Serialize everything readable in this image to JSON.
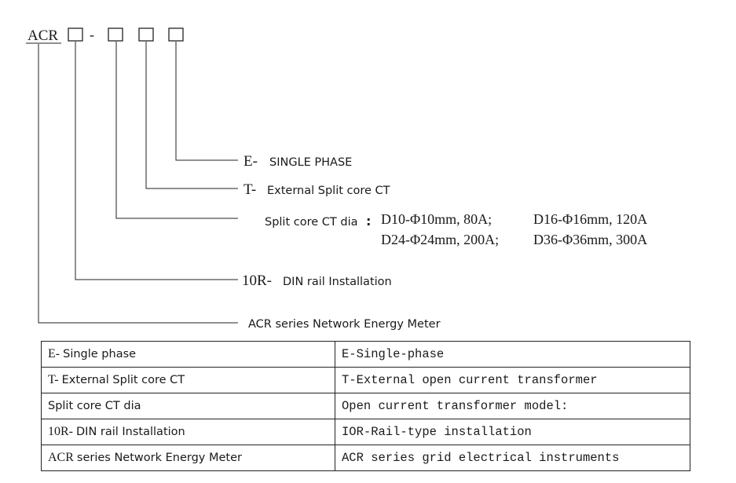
{
  "header": {
    "prefix": "ACR",
    "dash": "-"
  },
  "options": [
    {
      "code": "E-",
      "desc": "SINGLE PHASE"
    },
    {
      "code": "T-",
      "desc": "External Split core CT"
    },
    {
      "code": "",
      "desc": "Split core CT dia",
      "separator": ":",
      "specs": [
        [
          "D10-Φ10mm, 80A;",
          "D16-Φ16mm, 120A"
        ],
        [
          "D24-Φ24mm, 200A;",
          "D36-Φ36mm, 300A"
        ]
      ]
    },
    {
      "code": "10R-",
      "desc": "DIN rail Installation"
    },
    {
      "code": "",
      "desc": "ACR series Network Energy Meter"
    }
  ],
  "table": {
    "rows": [
      {
        "code": "E-",
        "desc": "Single phase",
        "en": "E-Single-phase"
      },
      {
        "code": "T-",
        "desc": "External Split core CT",
        "en": "T-External open current transformer"
      },
      {
        "code": "",
        "desc": "Split core CT dia",
        "en": "Open current transformer model:"
      },
      {
        "code": "10R-",
        "desc": "DIN rail Installation",
        "en": "IOR-Rail-type installation"
      },
      {
        "code": "ACR",
        "desc": "series Network Energy Meter",
        "en": "ACR series grid electrical instruments"
      }
    ]
  }
}
